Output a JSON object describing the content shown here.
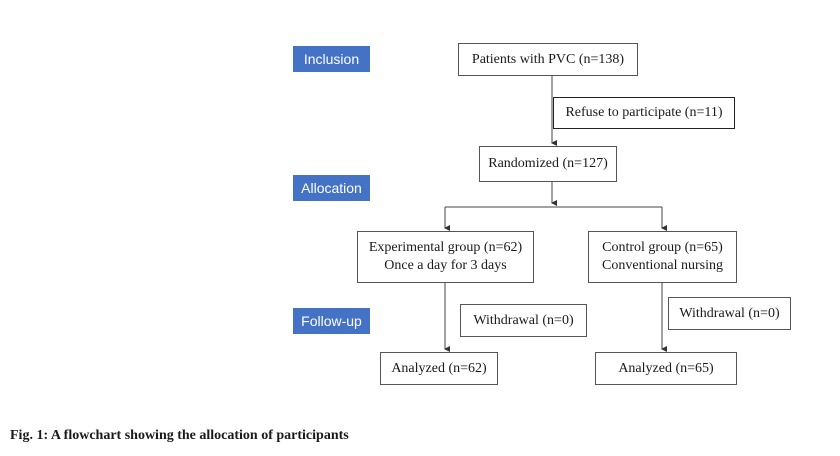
{
  "stages": {
    "inclusion": "Inclusion",
    "allocation": "Allocation",
    "followup": "Follow-up"
  },
  "boxes": {
    "patients": "Patients with PVC (n=138)",
    "refuse": "Refuse to participate (n=11)",
    "randomized": "Randomized (n=127)",
    "experimental_line1": "Experimental group (n=62)",
    "experimental_line2": "Once a day for 3 days",
    "control_line1": "Control group (n=65)",
    "control_line2": "Conventional nursing",
    "withdrawal_left": "Withdrawal (n=0)",
    "withdrawal_right": "Withdrawal (n=0)",
    "analyzed_left": "Analyzed (n=62)",
    "analyzed_right": "Analyzed (n=65)"
  },
  "caption": "Fig. 1: A flowchart showing the allocation of participants"
}
